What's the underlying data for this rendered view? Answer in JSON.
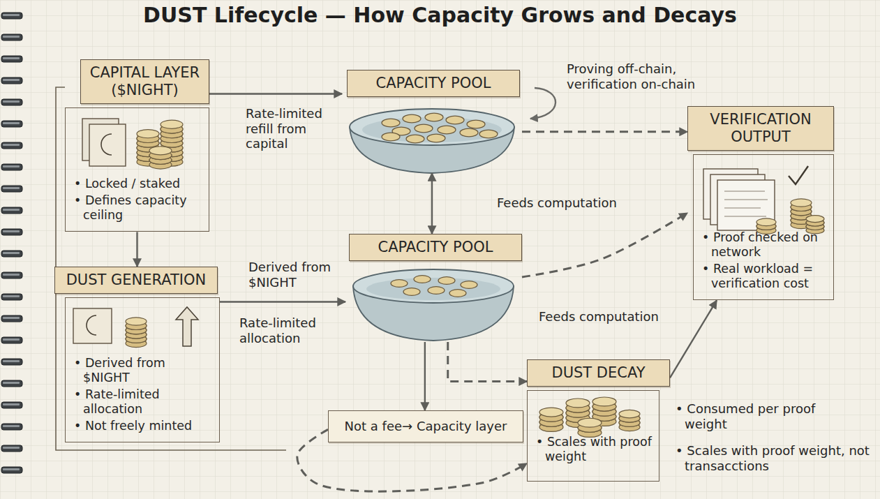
{
  "diagram": {
    "title": "DUST Lifecycle — How Capacity Grows and Decays",
    "nodes": [
      {
        "text": [
          "CAPITAL LAYER ($NIGHT)",
          "• Locked / staked",
          "• Defines capacity ceiling"
        ]
      },
      {
        "text": [
          "CAPACITY POOL"
        ]
      },
      {
        "text": [
          "VERIFICATION OUTPUT",
          "• Proof checked on network",
          "• Real workload = verification cost"
        ]
      },
      {
        "text": [
          "DUST GENERATION",
          "• Derived from $NIGHT",
          "• Rate-limited allocation",
          "• Not freely minted"
        ]
      },
      {
        "text": [
          "CAPACITY POOL"
        ]
      },
      {
        "text": [
          "Not a fee→ Capacity layer"
        ]
      },
      {
        "text": [
          "DUST DECAY",
          "• Scales with proof weight"
        ]
      }
    ],
    "edges": [
      {
        "from": 0,
        "to": 1,
        "arrow": "to",
        "label": "Rate-limited refill from capital"
      },
      {
        "from": 0,
        "to": 3,
        "arrow": "to"
      },
      {
        "from": 1,
        "to": 2,
        "arrow": "to",
        "label": "Proving off-chain, verification on-chain"
      },
      {
        "from": 1,
        "to": 4,
        "arrow": "both",
        "label": "Feeds computation"
      },
      {
        "from": 3,
        "to": 4,
        "arrow": "to",
        "label": "Derived from $NIGHT"
      },
      {
        "from": 4,
        "to": 2,
        "arrow": "to"
      },
      {
        "from": 4,
        "to": 5,
        "arrow": "to"
      },
      {
        "from": 4,
        "to": 6,
        "arrow": "to"
      },
      {
        "from": 6,
        "to": 2,
        "arrow": "to"
      },
      {
        "from": 5,
        "to": 6,
        "arrow": "to"
      }
    ],
    "labels": [
      "Rate-limited allocation",
      "Feeds computation",
      "• Consumed per proof weight",
      "• Scales with proof weight, not transacctions"
    ]
  }
}
